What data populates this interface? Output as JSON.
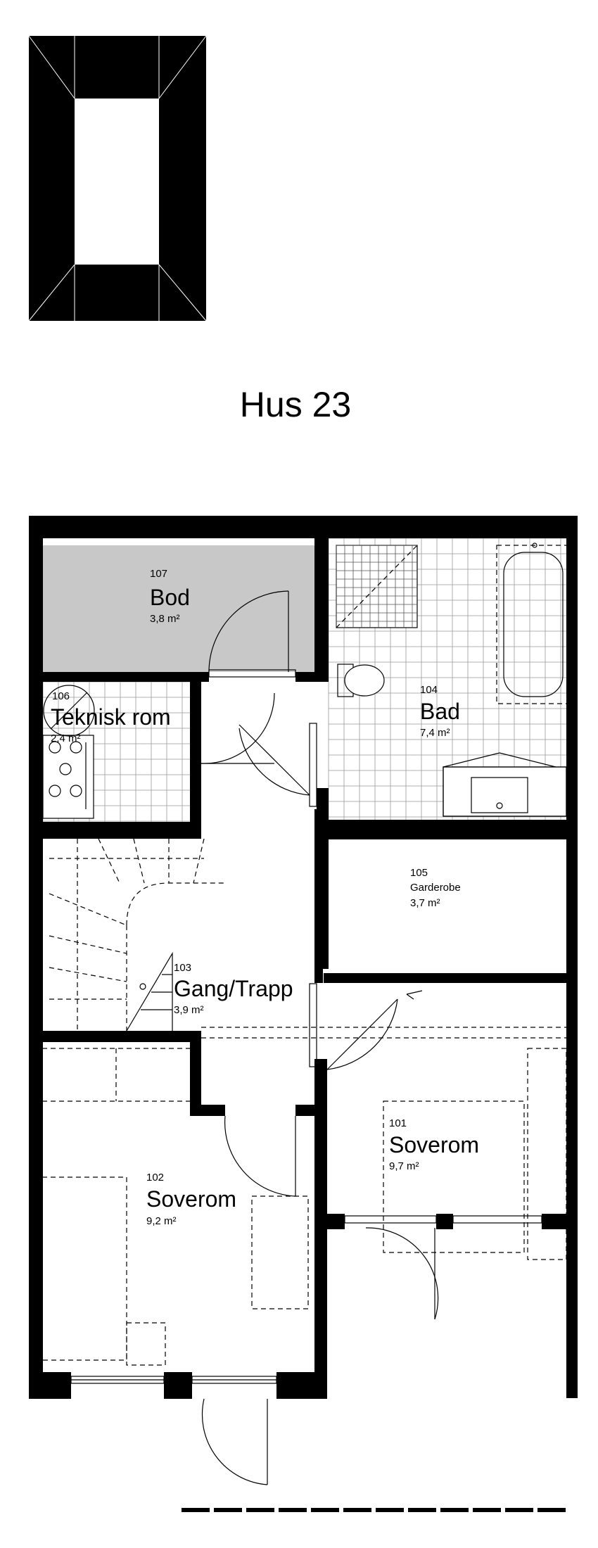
{
  "title": "Hus 23",
  "rooms": {
    "bod": {
      "number": "107",
      "name": "Bod",
      "area": "3,8 m²"
    },
    "teknisk": {
      "number": "106",
      "name": "Teknisk rom",
      "area": "2,4 m²"
    },
    "bad": {
      "number": "104",
      "name": "Bad",
      "area": "7,4 m²"
    },
    "garderobe": {
      "number": "105",
      "name": "Garderobe",
      "area": "3,7 m²"
    },
    "gang": {
      "number": "103",
      "name": "Gang/Trapp",
      "area": "3,9 m²"
    },
    "soverom1": {
      "number": "101",
      "name": "Soverom",
      "area": "9,7 m²"
    },
    "soverom2": {
      "number": "102",
      "name": "Soverom",
      "area": "9,2 m²"
    }
  },
  "colors": {
    "wall": "#000000",
    "bod_fill": "#c8c8c8",
    "line": "#000000",
    "background": "#ffffff"
  },
  "icons": [
    "north-arrow-icon",
    "toilet-icon",
    "bathtub-icon",
    "sink-icon",
    "shower-icon",
    "water-heater-icon",
    "stove-icon",
    "staircase-icon",
    "door-icon",
    "window-icon",
    "bed-icon"
  ]
}
